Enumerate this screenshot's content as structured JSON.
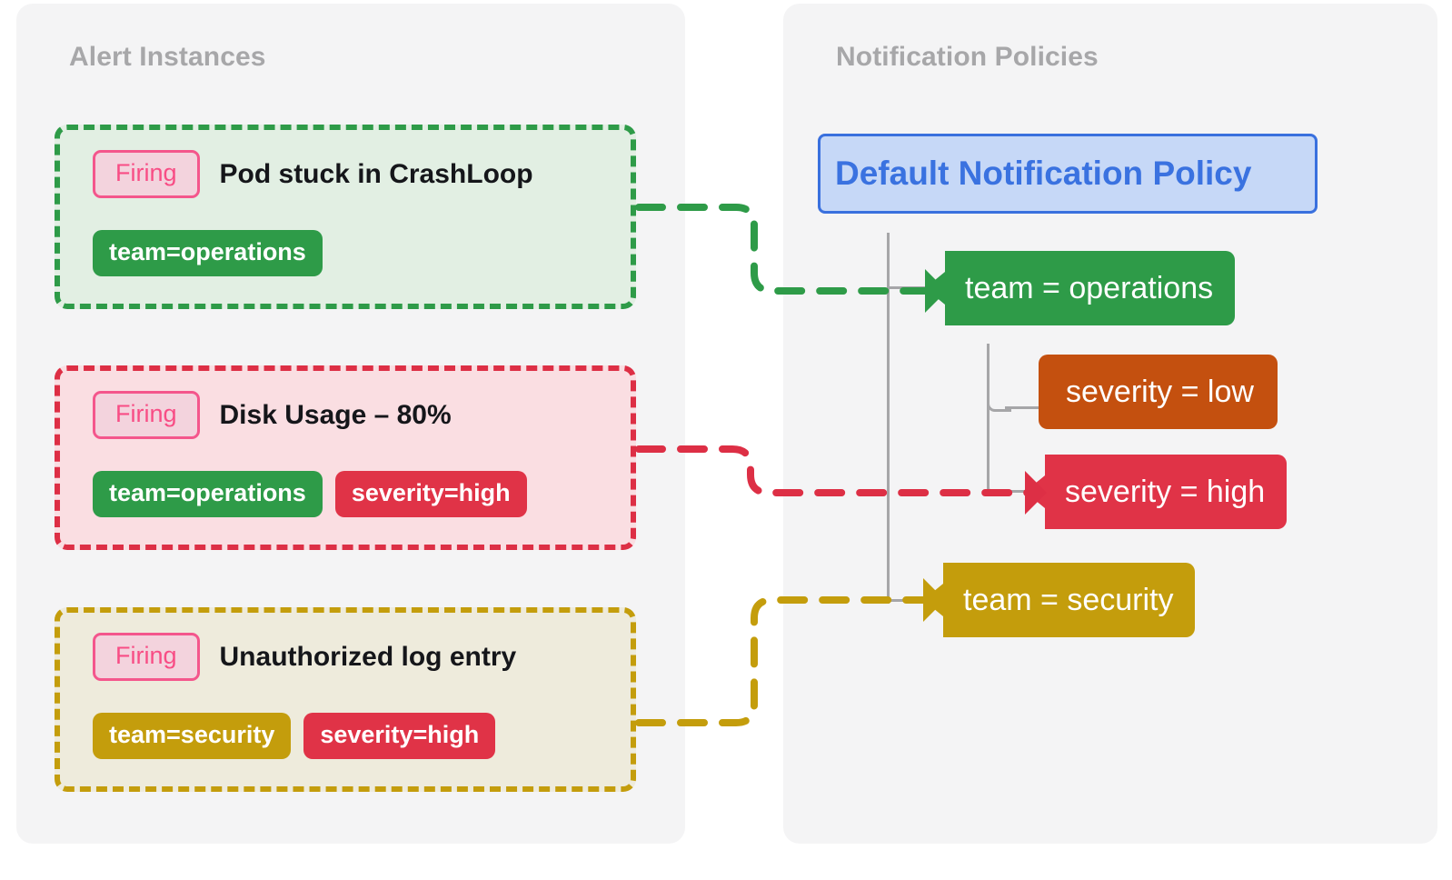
{
  "panels": {
    "alerts": {
      "title": "Alert Instances"
    },
    "policies": {
      "title": "Notification Policies"
    }
  },
  "alerts": [
    {
      "state": "Firing",
      "title": "Pod stuck in CrashLoop",
      "labels": [
        {
          "text": "team=operations",
          "color": "#2E9B48"
        }
      ],
      "border_color": "#2E9B48",
      "background_color": "#e2efe3"
    },
    {
      "state": "Firing",
      "title": "Disk Usage – 80%",
      "labels": [
        {
          "text": "team=operations",
          "color": "#2E9B48"
        },
        {
          "text": "severity=high",
          "color": "#E03347"
        }
      ],
      "border_color": "#DD2F45",
      "background_color": "#fadee2"
    },
    {
      "state": "Firing",
      "title": "Unauthorized log entry",
      "labels": [
        {
          "text": "team=security",
          "color": "#C49D0C"
        },
        {
          "text": "severity=high",
          "color": "#E03347"
        }
      ],
      "border_color": "#C49D0C",
      "background_color": "#eeebdc"
    }
  ],
  "policy_tree": {
    "root": {
      "label": "Default Notification Policy",
      "color": "#3A72E0"
    },
    "matchers": [
      {
        "label": "team = operations",
        "color": "#2E9B48",
        "matched": true
      },
      {
        "label": "severity = low",
        "color": "#C4500F",
        "matched": false
      },
      {
        "label": "severity = high",
        "color": "#E03347",
        "matched": true
      },
      {
        "label": "team = security",
        "color": "#C49D0C",
        "matched": true
      }
    ]
  },
  "routes": [
    {
      "from_alert": "Pod stuck in CrashLoop",
      "to_matcher": "team = operations",
      "color": "#2E9B48"
    },
    {
      "from_alert": "Disk Usage – 80%",
      "to_matcher": "severity = high",
      "color": "#DD2F45"
    },
    {
      "from_alert": "Unauthorized log entry",
      "to_matcher": "team = security",
      "color": "#C49D0C"
    }
  ]
}
